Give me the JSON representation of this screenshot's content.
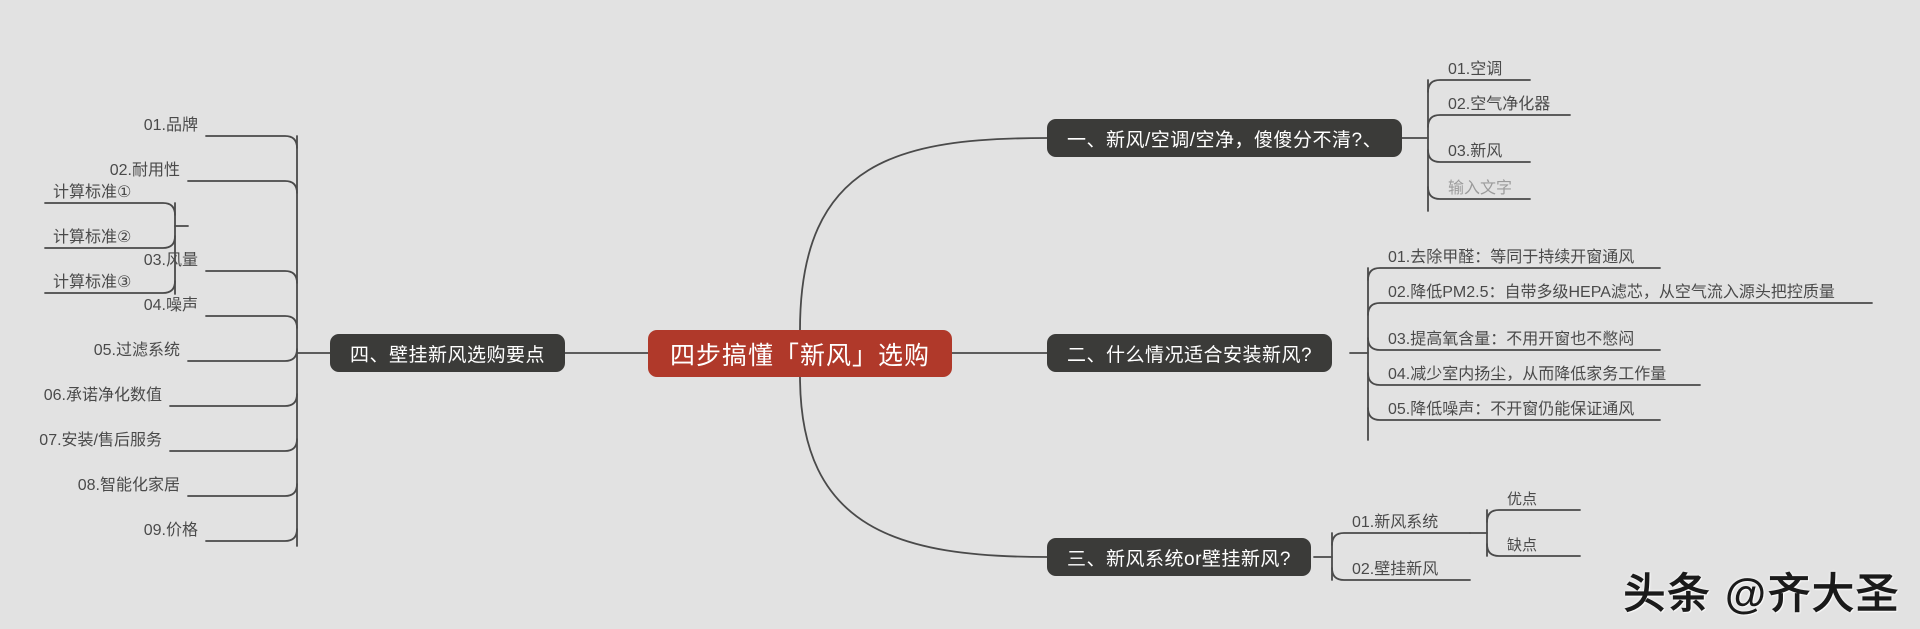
{
  "root": {
    "label": "四步搞懂「新风」选购",
    "color": "#b0392a"
  },
  "branch_color": "#3b3b39",
  "background_color": "#e2e2e2",
  "line_color": "#4a4a4a",
  "branches": {
    "left": {
      "label": "四、壁挂新风选购要点",
      "children": [
        {
          "label": "01.品牌"
        },
        {
          "label": "02.耐用性"
        },
        {
          "label": "03.风量"
        },
        {
          "label": "04.噪声"
        },
        {
          "label": "05.过滤系统"
        },
        {
          "label": "06.承诺净化数值"
        },
        {
          "label": "07.安装/售后服务"
        },
        {
          "label": "08.智能化家居"
        },
        {
          "label": "09.价格"
        }
      ],
      "grandchildren": [
        {
          "label": "计算标准①"
        },
        {
          "label": "计算标准②"
        },
        {
          "label": "计算标准③"
        }
      ]
    },
    "one": {
      "label": "一、新风/空调/空净，傻傻分不清?、",
      "children": [
        {
          "label": "01.空调",
          "muted": false
        },
        {
          "label": "02.空气净化器",
          "muted": false
        },
        {
          "label": "03.新风",
          "muted": false
        },
        {
          "label": "输入文字",
          "muted": true
        }
      ]
    },
    "two": {
      "label": "二、什么情况适合安装新风?",
      "children": [
        {
          "label": "01.去除甲醛：等同于持续开窗通风"
        },
        {
          "label": "02.降低PM2.5：自带多级HEPA滤芯，从空气流入源头把控质量"
        },
        {
          "label": "03.提高氧含量：不用开窗也不憋闷"
        },
        {
          "label": "04.减少室内扬尘，从而降低家务工作量"
        },
        {
          "label": "05.降低噪声：不开窗仍能保证通风"
        }
      ]
    },
    "three": {
      "label": "三、新风系统or壁挂新风?",
      "children": [
        {
          "label": "01.新风系统"
        },
        {
          "label": "02.壁挂新风"
        }
      ],
      "grandchildren": [
        {
          "label": "优点"
        },
        {
          "label": "缺点"
        }
      ]
    }
  },
  "watermark": {
    "label": "头条 @齐大圣"
  }
}
